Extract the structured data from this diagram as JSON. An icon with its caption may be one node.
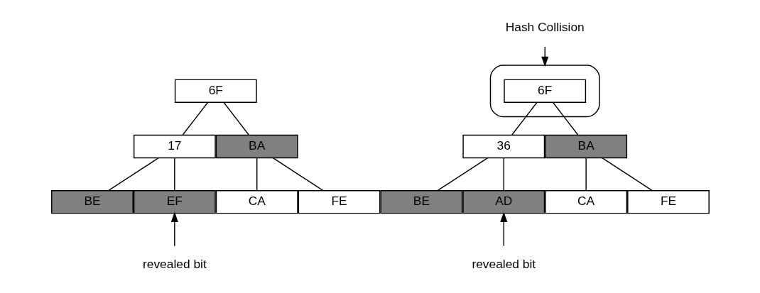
{
  "diagram": {
    "nodes": [
      {
        "text": [
          "6F"
        ]
      },
      {
        "text": [
          "17"
        ]
      },
      {
        "text": [
          "BA"
        ]
      },
      {
        "text": [
          "BE"
        ]
      },
      {
        "text": [
          "EF"
        ]
      },
      {
        "text": [
          "CA"
        ]
      },
      {
        "text": [
          "FE"
        ]
      },
      {
        "text": [
          "revealed bit"
        ]
      },
      {
        "text": [
          "Hash Collision"
        ]
      },
      {
        "text": [],
        "shape": "ellipse"
      },
      {
        "text": [
          "6F"
        ],
        "in": 9
      },
      {
        "text": [
          "36"
        ]
      },
      {
        "text": [
          "BA"
        ]
      },
      {
        "text": [
          "BE"
        ]
      },
      {
        "text": [
          "AD"
        ]
      },
      {
        "text": [
          "CA"
        ]
      },
      {
        "text": [
          "FE"
        ]
      },
      {
        "text": [
          "revealed bit"
        ]
      }
    ],
    "edges": [
      {
        "from": 0,
        "to": 1,
        "arrow": "none"
      },
      {
        "from": 0,
        "to": 2,
        "arrow": "none"
      },
      {
        "from": 1,
        "to": 3,
        "arrow": "none"
      },
      {
        "from": 1,
        "to": 4,
        "arrow": "none"
      },
      {
        "from": 2,
        "to": 5,
        "arrow": "none"
      },
      {
        "from": 2,
        "to": 6,
        "arrow": "none"
      },
      {
        "from": 7,
        "to": 4,
        "arrow": "to"
      },
      {
        "from": 8,
        "to": 9,
        "arrow": "to"
      },
      {
        "from": 10,
        "to": 11,
        "arrow": "none"
      },
      {
        "from": 10,
        "to": 12,
        "arrow": "none"
      },
      {
        "from": 11,
        "to": 13,
        "arrow": "none"
      },
      {
        "from": 11,
        "to": 14,
        "arrow": "none"
      },
      {
        "from": 12,
        "to": 15,
        "arrow": "none"
      },
      {
        "from": 12,
        "to": 16,
        "arrow": "none"
      },
      {
        "from": 17,
        "to": 14,
        "arrow": "to"
      }
    ]
  }
}
